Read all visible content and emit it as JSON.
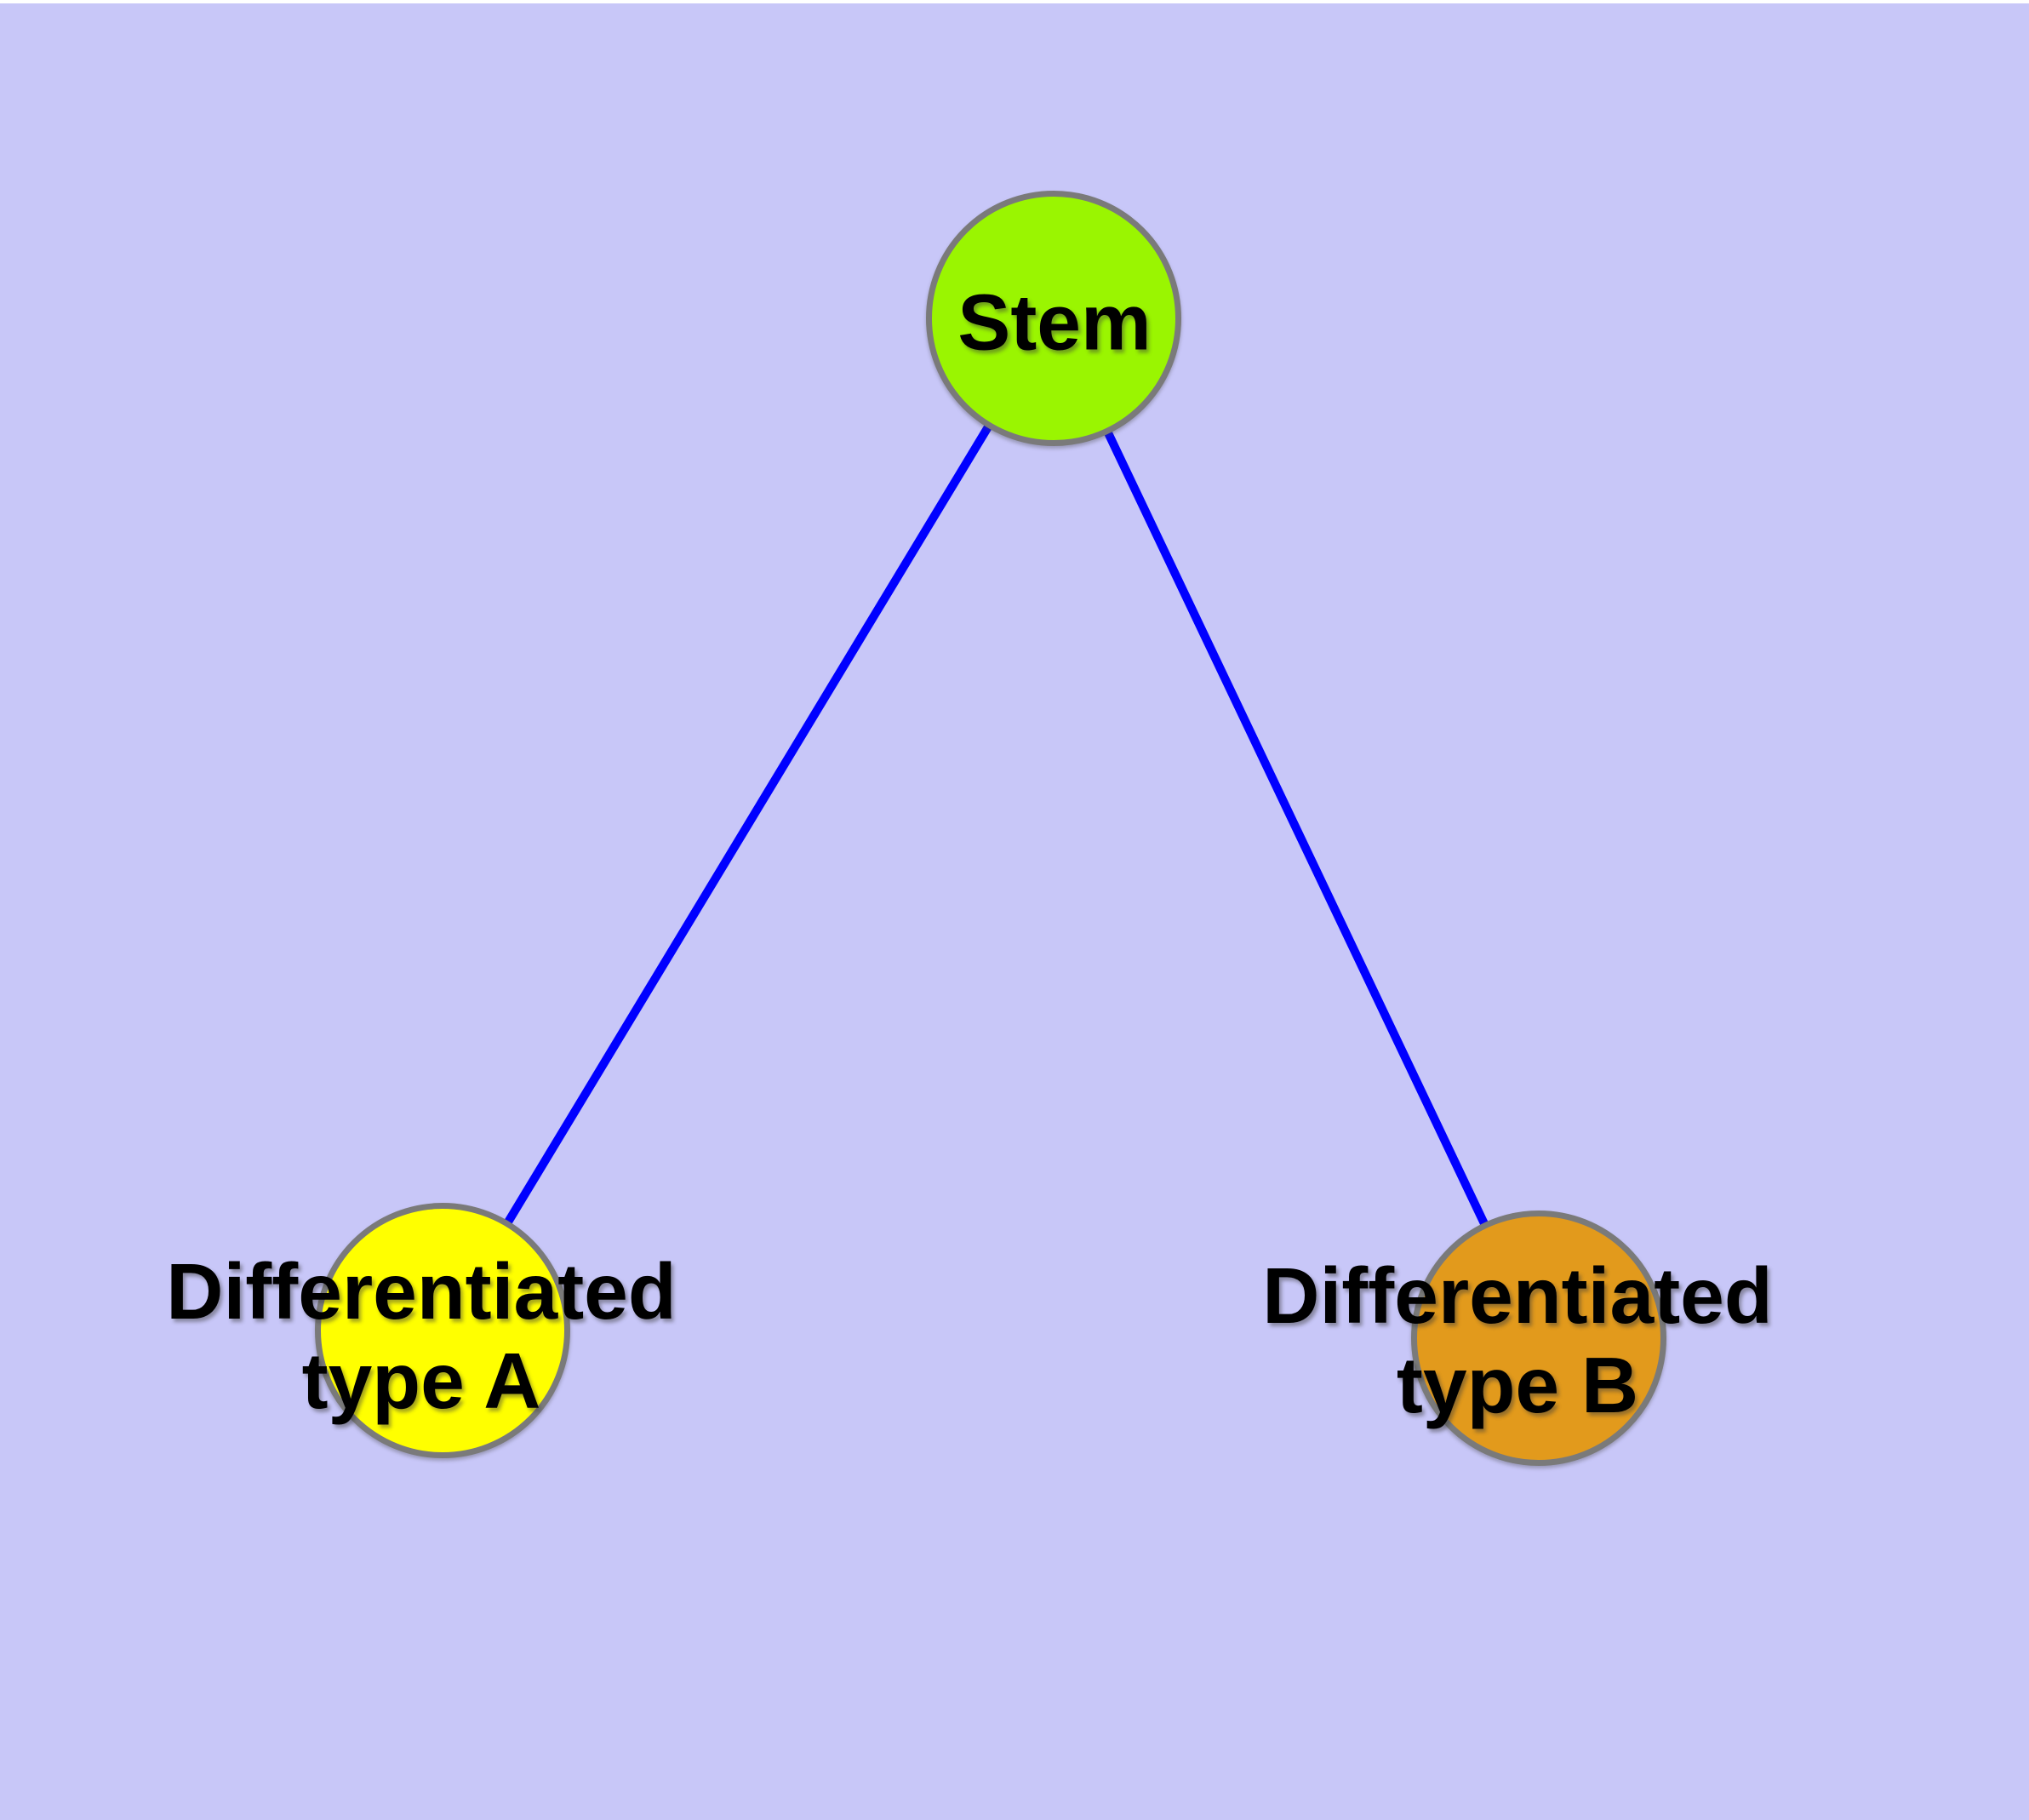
{
  "diagram": {
    "background_color": "#c8c7f8",
    "top_margin_color": "#ffffff",
    "edge_color": "#0000ff",
    "node_border_color": "#7a7a7a",
    "label_color": "#000000",
    "nodes": {
      "stem": {
        "label": "Stem",
        "fill": "#9af501"
      },
      "type_a": {
        "label_line1": "Differentiated",
        "label_line2": "type A",
        "fill": "#ffff00"
      },
      "type_b": {
        "label_line1": "Differentiated",
        "label_line2": "type B",
        "fill": "#e29a1c"
      }
    },
    "edges": [
      {
        "from": "Stem",
        "to": "Differentiated type A"
      },
      {
        "from": "Stem",
        "to": "Differentiated type B"
      }
    ]
  }
}
